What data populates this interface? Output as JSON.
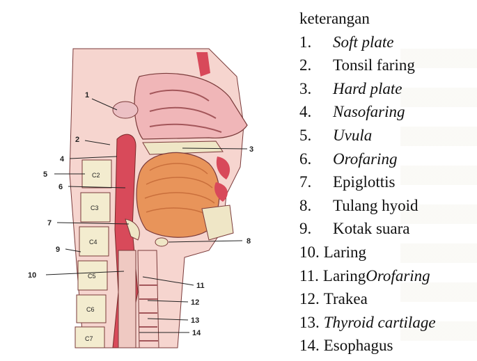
{
  "legend": {
    "title": "keterangan",
    "items": [
      {
        "num": "1.",
        "text": "Soft plate",
        "italic": true
      },
      {
        "num": "2.",
        "text": "Tonsil faring",
        "italic": false
      },
      {
        "num": "3.",
        "text": "Hard plate",
        "italic": true
      },
      {
        "num": "4.",
        "text": "Nasofaring",
        "italic": true
      },
      {
        "num": "5.",
        "text": "Uvula",
        "italic": true
      },
      {
        "num": "6.",
        "text": "Orofaring",
        "italic": true
      },
      {
        "num": "7.",
        "text": "Epiglottis",
        "italic": false
      },
      {
        "num": "8.",
        "text": "Tulang hyoid",
        "italic": false
      },
      {
        "num": "9.",
        "text": "Kotak suara",
        "italic": false
      },
      {
        "num": "10.",
        "text": "Laring",
        "italic": false
      },
      {
        "num": "11.",
        "text": "Laring",
        "italic": false,
        "suffix": "Orofaring"
      },
      {
        "num": "12.",
        "text": "Trakea",
        "italic": false
      },
      {
        "num": "13.",
        "text": "Thyroid cartilage",
        "italic": true
      },
      {
        "num": "14.",
        "text": "Esophagus",
        "italic": false
      }
    ]
  },
  "diagram": {
    "labels": [
      "1",
      "2",
      "3",
      "4",
      "5",
      "6",
      "7",
      "8",
      "9",
      "10",
      "11",
      "12",
      "13",
      "14"
    ],
    "vertebra_labels": [
      "C2",
      "C3",
      "C4",
      "C5",
      "C6",
      "C7"
    ]
  },
  "colors": {
    "flesh": "#f2b8b4",
    "tongue": "#e8945a",
    "pharynx": "#d84a5a",
    "bone": "#f3eccf",
    "outline": "#5a2a2a"
  }
}
